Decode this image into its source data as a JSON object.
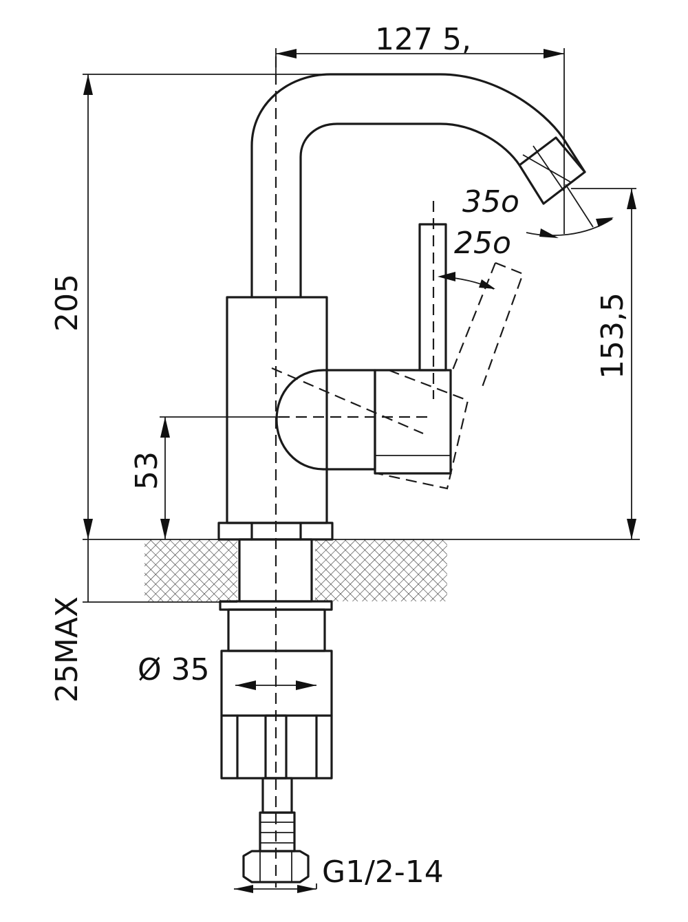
{
  "dimensions": {
    "spout_reach": "127 5,",
    "total_height": "205",
    "lever_height": "53",
    "outlet_height": "153,5",
    "spout_swing": "35o",
    "lever_swing": "25o",
    "max_counter_thickness": "25MAX",
    "hole_diameter": "Ø 35",
    "connection_thread": "G1/2-14"
  }
}
